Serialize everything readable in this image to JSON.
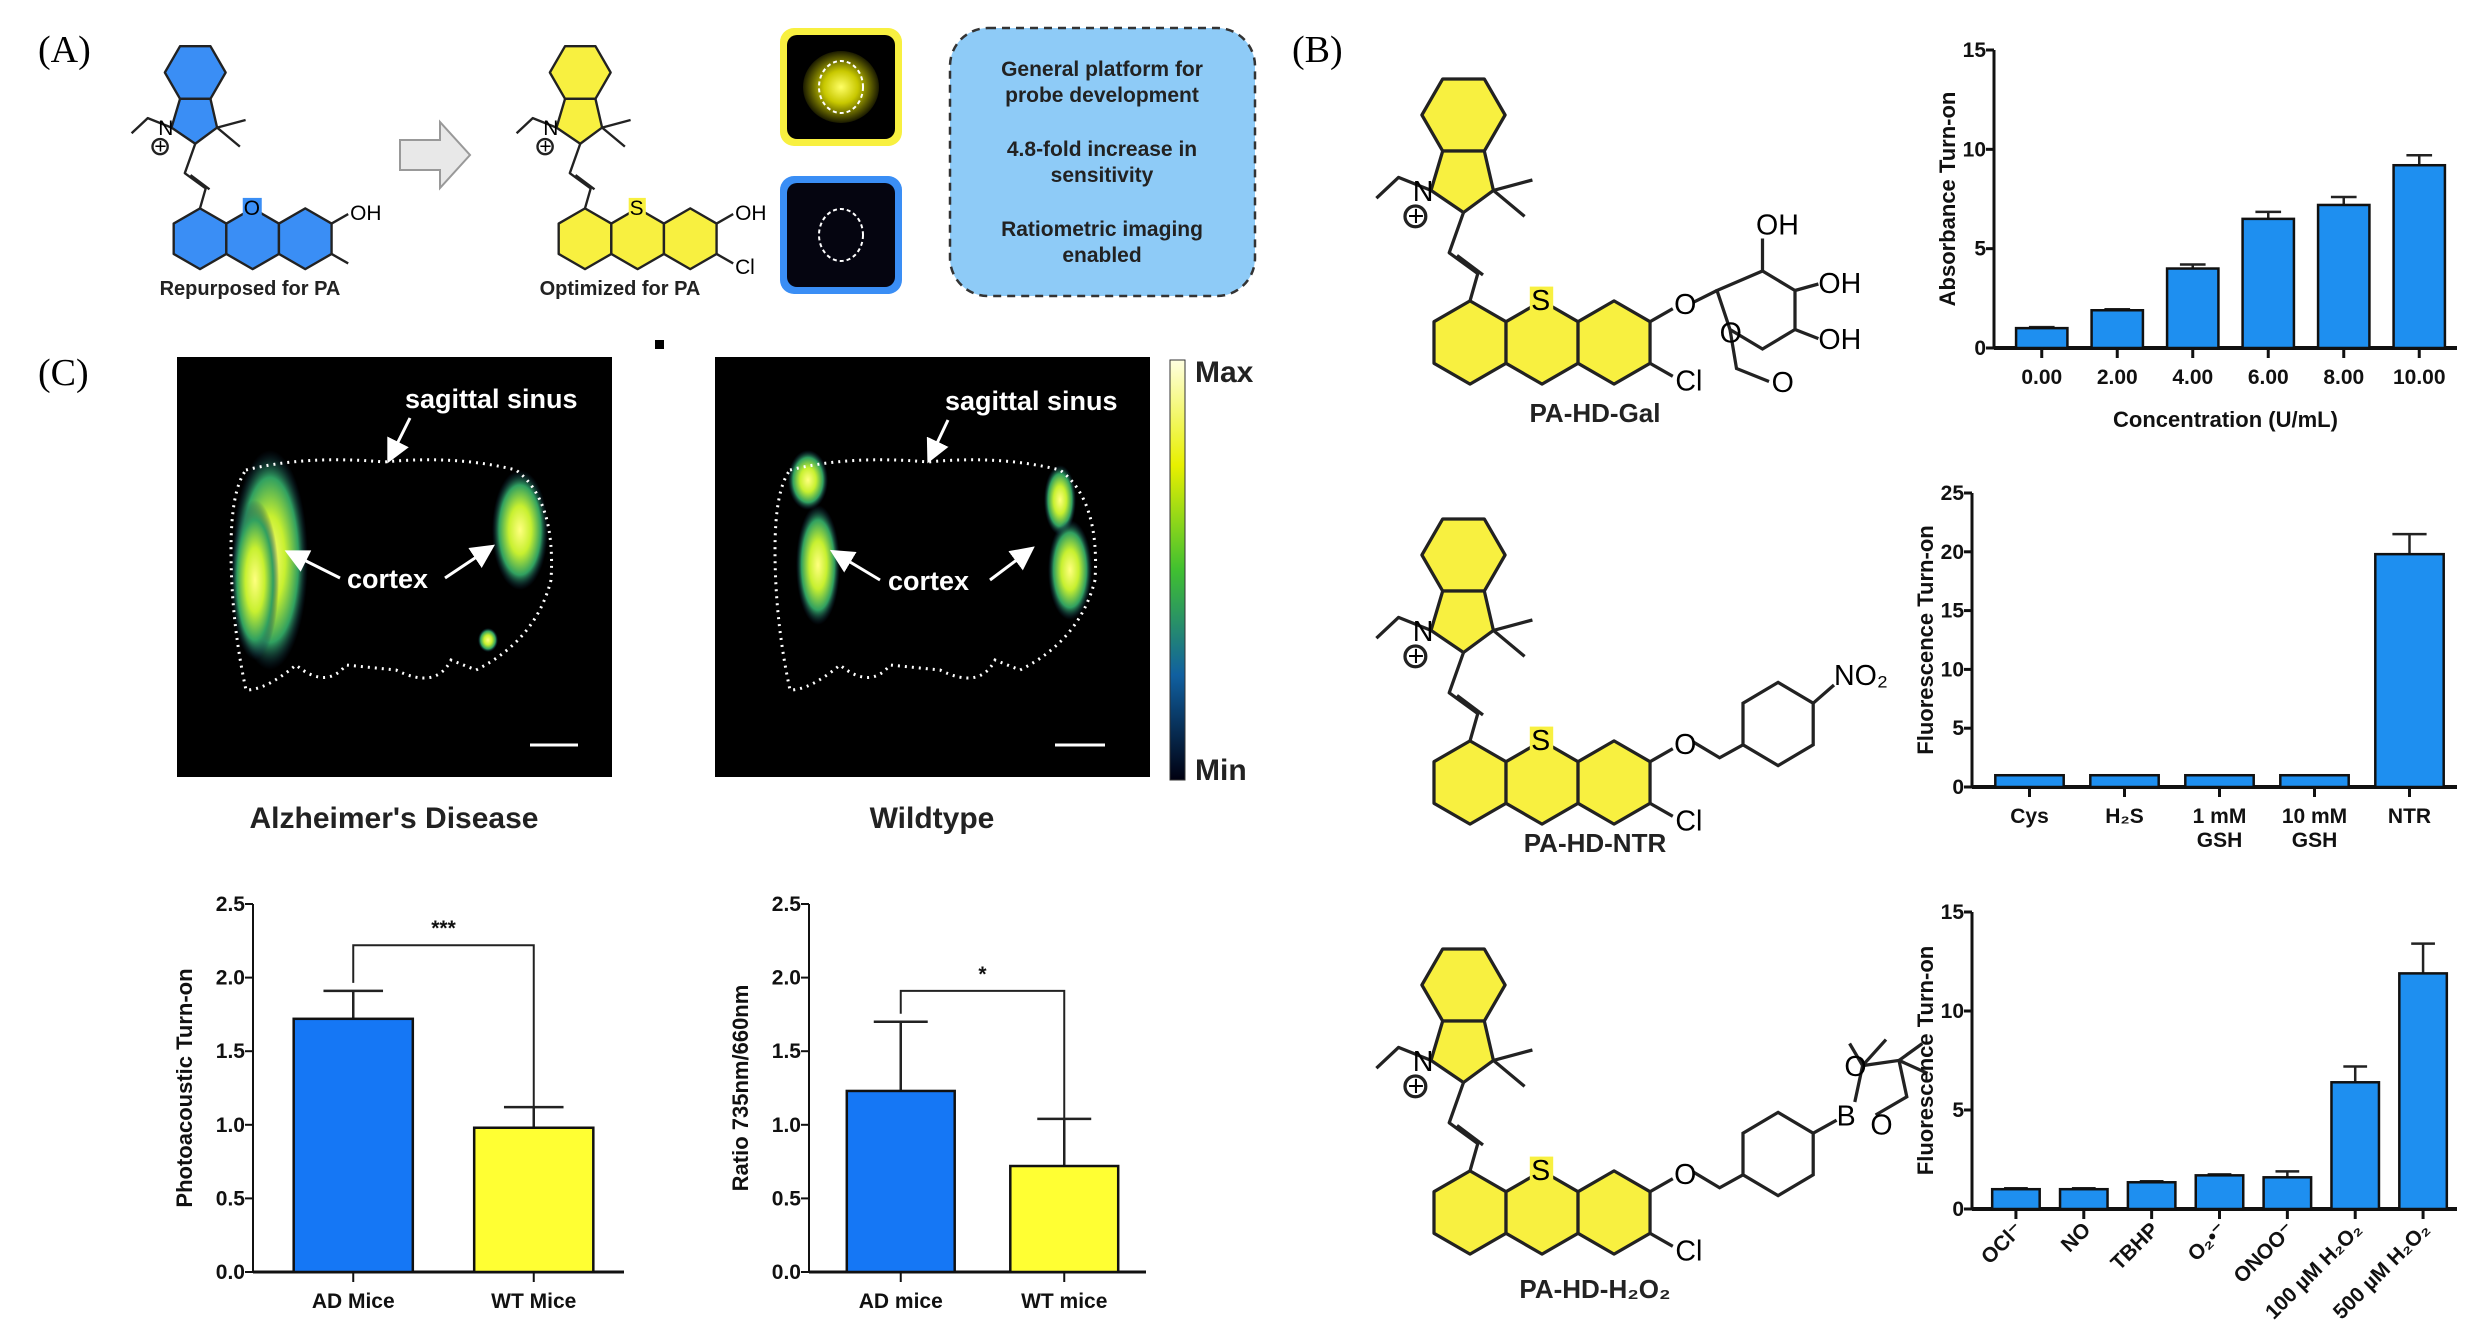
{
  "panels": {
    "a": "(A)",
    "b": "(B)",
    "c": "(C)"
  },
  "panel_a": {
    "mol1_caption": "Repurposed for PA",
    "mol2_caption": "Optimized for PA",
    "atoms": {
      "n": "N",
      "plus": "+",
      "o_ring": "O",
      "s_ring": "S",
      "oh": "OH",
      "cl": "Cl"
    },
    "features": [
      "General platform for probe development",
      "4.8-fold increase in sensitivity",
      "Ratiometric imaging enabled"
    ],
    "features_lines": [
      [
        "General platform for",
        "probe development"
      ],
      [
        "4.8-fold increase in",
        "sensitivity"
      ],
      [
        "Ratiometric imaging",
        "enabled"
      ]
    ]
  },
  "panel_b": {
    "probes": [
      {
        "name": "PA-HD-Gal",
        "substituent_labels": [
          "O",
          "OH",
          "OH",
          "OH",
          "O",
          "O"
        ]
      },
      {
        "name": "PA-HD-NTR",
        "substituent_labels": [
          "O",
          "NO₂"
        ]
      },
      {
        "name": "PA-HD-H₂O₂",
        "substituent_labels": [
          "O",
          "B",
          "O",
          "O"
        ]
      }
    ],
    "atoms": {
      "n": "N",
      "plus": "+",
      "s": "S",
      "cl": "Cl"
    }
  },
  "panel_c": {
    "images": [
      {
        "caption": "Alzheimer's Disease",
        "sinus_label": "sagittal sinus",
        "cortex_label": "cortex"
      },
      {
        "caption": "Wildtype",
        "sinus_label": "sagittal sinus",
        "cortex_label": "cortex"
      }
    ],
    "colorbar": {
      "max": "Max",
      "min": "Min"
    }
  },
  "colors": {
    "blue": "#1e8ff0",
    "yellow": "#ffff33",
    "box": "#8ecbf7",
    "ad_blue": "#1577f5"
  },
  "chart_data": [
    {
      "id": "b1",
      "type": "bar",
      "categories": [
        "0.00",
        "2.00",
        "4.00",
        "6.00",
        "8.00",
        "10.00"
      ],
      "values": [
        1.0,
        1.9,
        4.0,
        6.5,
        7.2,
        9.2
      ],
      "errors": [
        0.05,
        0.05,
        0.2,
        0.35,
        0.4,
        0.5
      ],
      "ylabel": "Absorbance Turn-on",
      "xlabel": "Concentration (U/mL)",
      "ylim": [
        0,
        15
      ],
      "yticks": [
        "0",
        "5",
        "10",
        "15"
      ],
      "ytick_values": [
        0,
        5,
        10,
        15
      ],
      "bar_colors": [
        "#1e8ff0"
      ],
      "grid": false
    },
    {
      "id": "b2",
      "type": "bar",
      "categories": [
        "Cys",
        "H₂S",
        "1 mM\nGSH",
        "10 mM\nGSH",
        "NTR"
      ],
      "values": [
        1.0,
        1.0,
        1.0,
        1.0,
        19.8
      ],
      "errors": [
        0,
        0,
        0,
        0,
        1.7
      ],
      "ylabel": "Fluorescence Turn-on",
      "xlabel": "",
      "ylim": [
        0,
        25
      ],
      "yticks": [
        "0",
        "5",
        "10",
        "15",
        "20",
        "25"
      ],
      "ytick_values": [
        0,
        5,
        10,
        15,
        20,
        25
      ],
      "bar_colors": [
        "#1e8ff0"
      ],
      "grid": false
    },
    {
      "id": "b3",
      "type": "bar",
      "categories": [
        "OCl⁻",
        "NO",
        "TBHP",
        "O₂•⁻",
        "ONOO⁻",
        "100 µM H₂O₂",
        "500 µM H₂O₂"
      ],
      "values": [
        1.0,
        1.0,
        1.35,
        1.7,
        1.6,
        6.4,
        11.9
      ],
      "errors": [
        0.05,
        0.05,
        0.05,
        0.05,
        0.3,
        0.8,
        1.5
      ],
      "ylabel": "Fluorescence Turn-on",
      "xlabel": "",
      "ylim": [
        0,
        15
      ],
      "yticks": [
        "0",
        "5",
        "10",
        "15"
      ],
      "ytick_values": [
        0,
        5,
        10,
        15
      ],
      "bar_colors": [
        "#1e8ff0"
      ],
      "grid": false
    },
    {
      "id": "c1",
      "type": "bar",
      "categories": [
        "AD Mice",
        "WT Mice"
      ],
      "values": [
        1.72,
        0.98
      ],
      "errors": [
        0.19,
        0.14
      ],
      "ylabel": "Photoacoustic Turn-on",
      "xlabel": "",
      "ylim": [
        0,
        2.5
      ],
      "yticks": [
        "0.0",
        "0.5",
        "1.0",
        "1.5",
        "2.0",
        "2.5"
      ],
      "ytick_values": [
        0,
        0.5,
        1.0,
        1.5,
        2.0,
        2.5
      ],
      "bar_colors": [
        "#1577f5",
        "#ffff33"
      ],
      "significance": "***",
      "sig_level": 2.22,
      "grid": false
    },
    {
      "id": "c2",
      "type": "bar",
      "categories": [
        "AD mice",
        "WT mice"
      ],
      "values": [
        1.23,
        0.72
      ],
      "errors": [
        0.47,
        0.32
      ],
      "ylabel": "Ratio 735nm/660nm",
      "xlabel": "",
      "ylim": [
        0,
        2.5
      ],
      "yticks": [
        "0.0",
        "0.5",
        "1.0",
        "1.5",
        "2.0",
        "2.5"
      ],
      "ytick_values": [
        0,
        0.5,
        1.0,
        1.5,
        2.0,
        2.5
      ],
      "bar_colors": [
        "#1577f5",
        "#ffff33"
      ],
      "significance": "*",
      "sig_level": 1.91,
      "grid": false
    }
  ]
}
